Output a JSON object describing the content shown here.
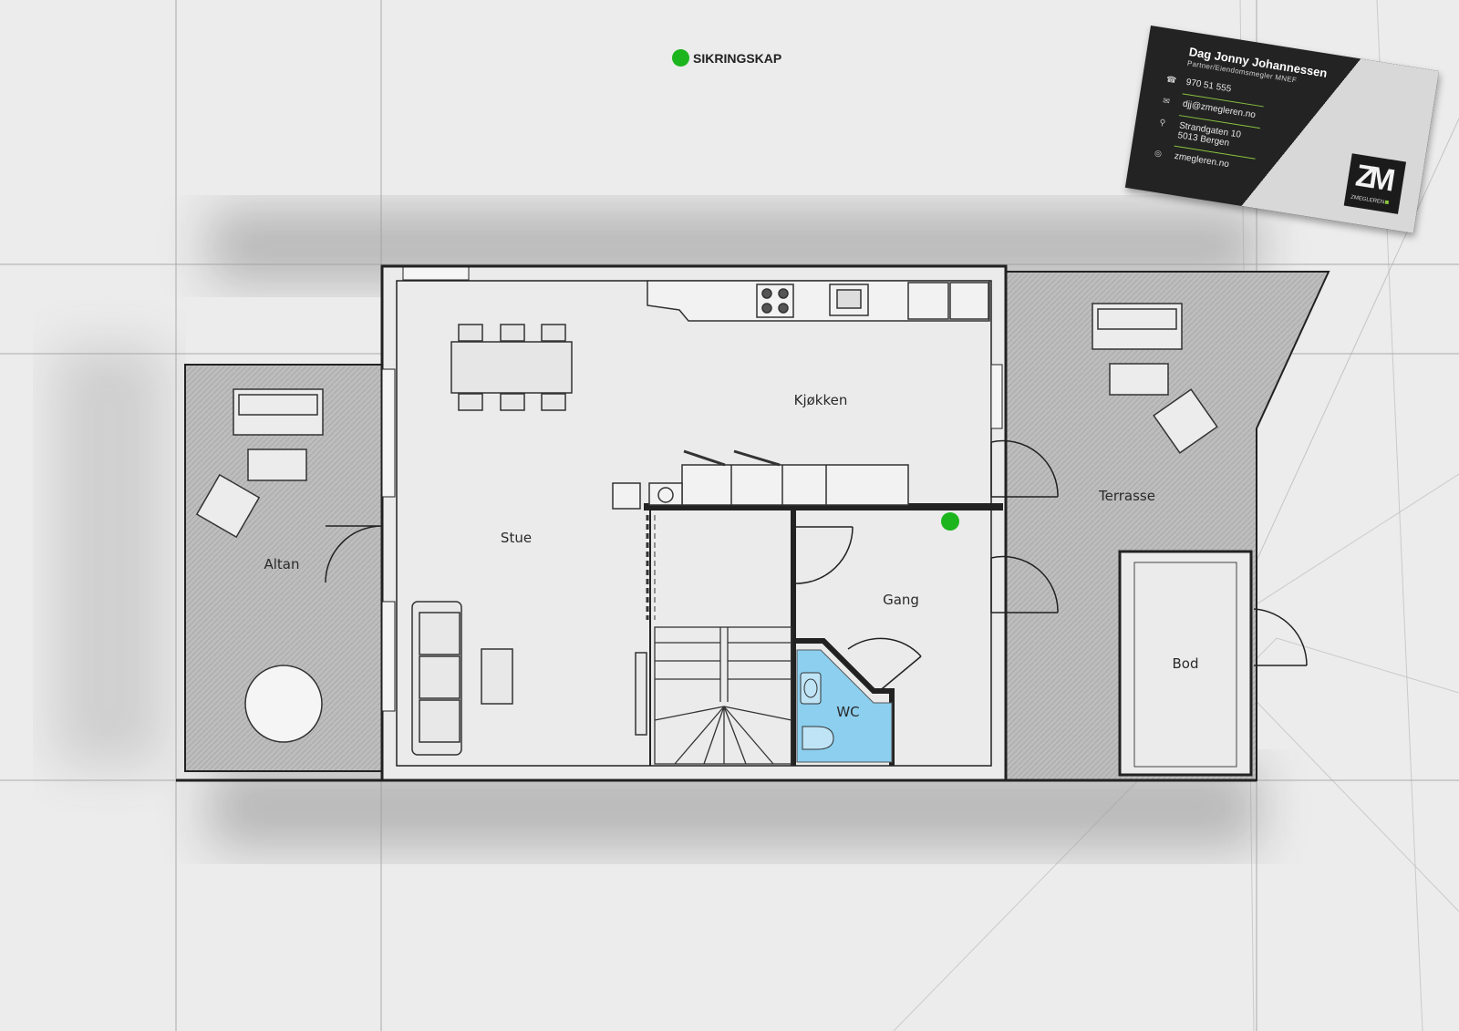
{
  "legend": {
    "label": "SIKRINGSKAP",
    "color": "#1db51d"
  },
  "rooms": {
    "kjokken": "Kjøkken",
    "stue": "Stue",
    "altan": "Altan",
    "terrasse": "Terrasse",
    "gang": "Gang",
    "wc": "WC",
    "bod": "Bod"
  },
  "markers": [
    {
      "label": "sikringskap",
      "color": "#1db51d"
    }
  ],
  "colors": {
    "wc_fill": "#8ccfef",
    "outdoor_fill": "#bdbdbd",
    "wall": "#222222",
    "card_bg": "#232323",
    "card_accent": "#8ac43f"
  },
  "card": {
    "name": "Dag Jonny Johannessen",
    "title": "Partner/Eiendomsmegler MNEF",
    "phone": "970 51 555",
    "email": "djj@zmegleren.no",
    "address_line1": "Strandgaten 10",
    "address_line2": "5013 Bergen",
    "website": "zmegleren.no",
    "brand": "ZMEGLEREN",
    "icons": {
      "phone": "phone-icon",
      "email": "mail-icon",
      "address": "location-pin-icon",
      "website": "globe-icon"
    }
  }
}
